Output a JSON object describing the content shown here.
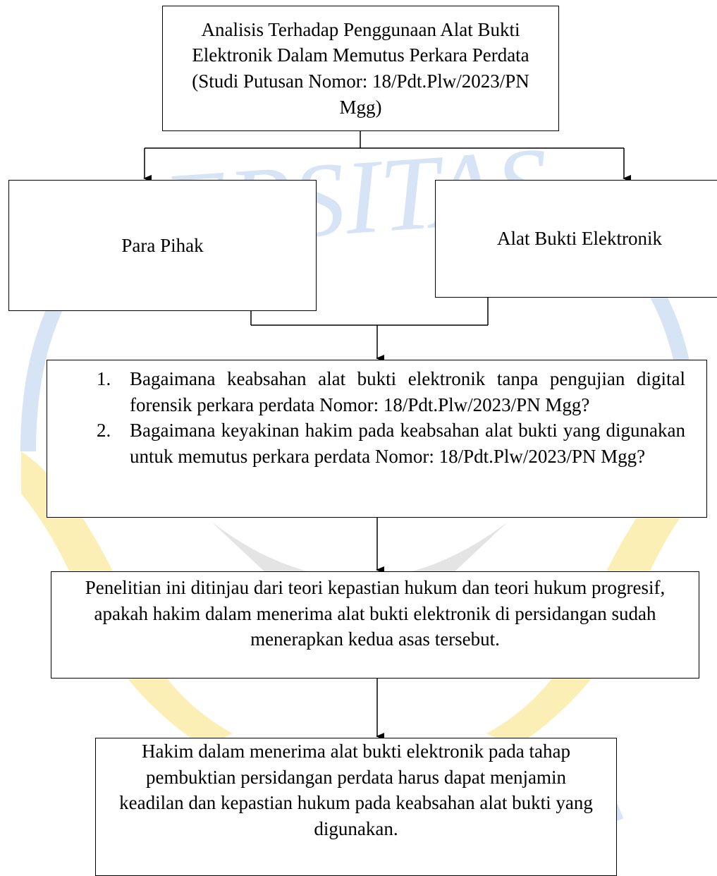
{
  "diagram": {
    "title": "Analisis Terhadap Penggunaan Alat Bukti Elektronik Dalam Memutus Perkara Perdata (Studi Putusan Nomor: 18/Pdt.Plw/2023/PN Mgg)",
    "left_node": "Para Pihak",
    "right_node": "Alat Bukti Elektronik",
    "questions": [
      {
        "number": "1.",
        "text": "Bagaimana keabsahan alat bukti elektronik tanpa pengujian digital forensik perkara perdata Nomor: 18/Pdt.Plw/2023/PN Mgg?"
      },
      {
        "number": "2.",
        "text": "Bagaimana keyakinan hakim pada keabsahan alat bukti yang digunakan untuk memutus perkara perdata Nomor: 18/Pdt.Plw/2023/PN Mgg?"
      }
    ],
    "theory": "Penelitian ini ditinjau dari teori kepastian hukum dan teori hukum progresif, apakah hakim dalam menerima alat bukti elektronik di persidangan sudah menerapkan kedua asas tersebut.",
    "conclusion": "Hakim dalam menerima alat bukti elektronik pada tahap pembuktian persidangan perdata harus dapat menjamin keadilan dan kepastian hukum pada keabsahan alat bukti yang digunakan."
  },
  "watermark": {
    "text": "UNIVERSITAS DIPONEGORO",
    "colors": {
      "blue": "#d6e4f5",
      "yellow": "#fcefb5",
      "gray": "#d9d9d9"
    }
  }
}
